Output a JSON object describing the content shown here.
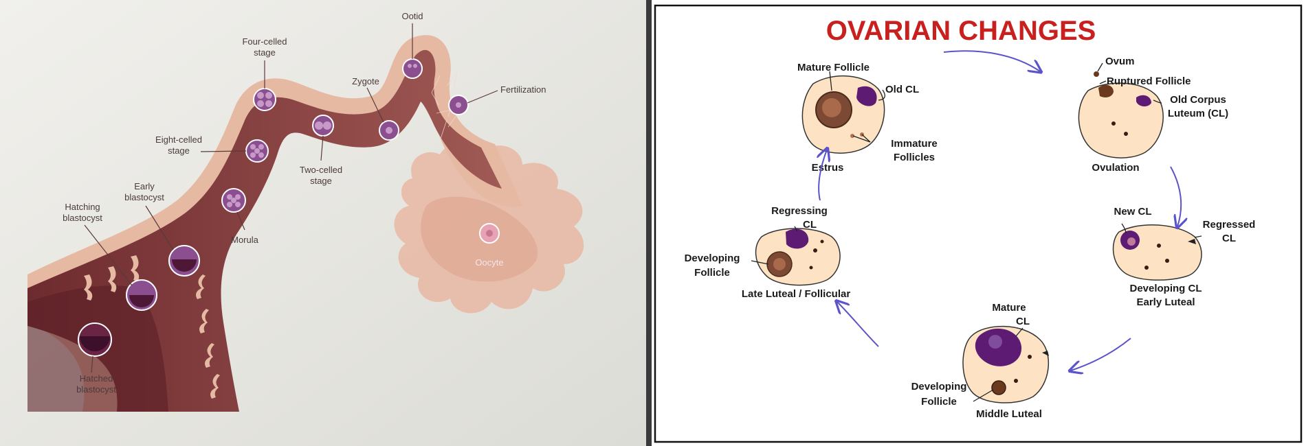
{
  "left": {
    "labels": {
      "ootid": "Ootid",
      "four_celled": [
        "Four-celled",
        "stage"
      ],
      "zygote": "Zygote",
      "fertilization": "Fertilization",
      "eight_celled": [
        "Eight-celled",
        "stage"
      ],
      "two_celled": [
        "Two-celled",
        "stage"
      ],
      "early_blastocyst": [
        "Early",
        "blastocyst"
      ],
      "hatching_blastocyst": [
        "Hatching",
        "blastocyst"
      ],
      "morula": "Morula",
      "oocyte": "Oocyte",
      "hatched_blastocyst": [
        "Hatched",
        "blastocyst"
      ]
    }
  },
  "right": {
    "title": "OVARIAN CHANGES",
    "labels": {
      "mature_follicle": "Mature Follicle",
      "old_cl": "Old CL",
      "immature_follicles": [
        "Immature",
        "Follicles"
      ],
      "estrus": "Estrus",
      "ovum": "Ovum",
      "ruptured_follicle": "Ruptured Follicle",
      "old_corpus_luteum": [
        "Old Corpus",
        "Luteum (CL)"
      ],
      "ovulation": "Ovulation",
      "new_cl": "New CL",
      "regressed_cl": [
        "Regressed",
        "CL"
      ],
      "developing_cl": [
        "Developing CL",
        "Early Luteal"
      ],
      "mature_cl": [
        "Mature",
        "CL"
      ],
      "developing_follicle_mid": [
        "Developing",
        "Follicle"
      ],
      "middle_luteal": "Middle Luteal",
      "regressing_cl": [
        "Regressing",
        "CL"
      ],
      "developing_follicle_late": [
        "Developing",
        "Follicle"
      ],
      "late_luteal": "Late Luteal / Follicular"
    }
  },
  "colors": {
    "tube_outer": "#e6b9a3",
    "tube_inner": "#8a3f3f",
    "cell": "#8b4f8f",
    "ovary": "#fde3c3",
    "cl_purple": "#5d1b73",
    "title_red": "#c8201e",
    "arrow_blue": "#5b53c9"
  }
}
